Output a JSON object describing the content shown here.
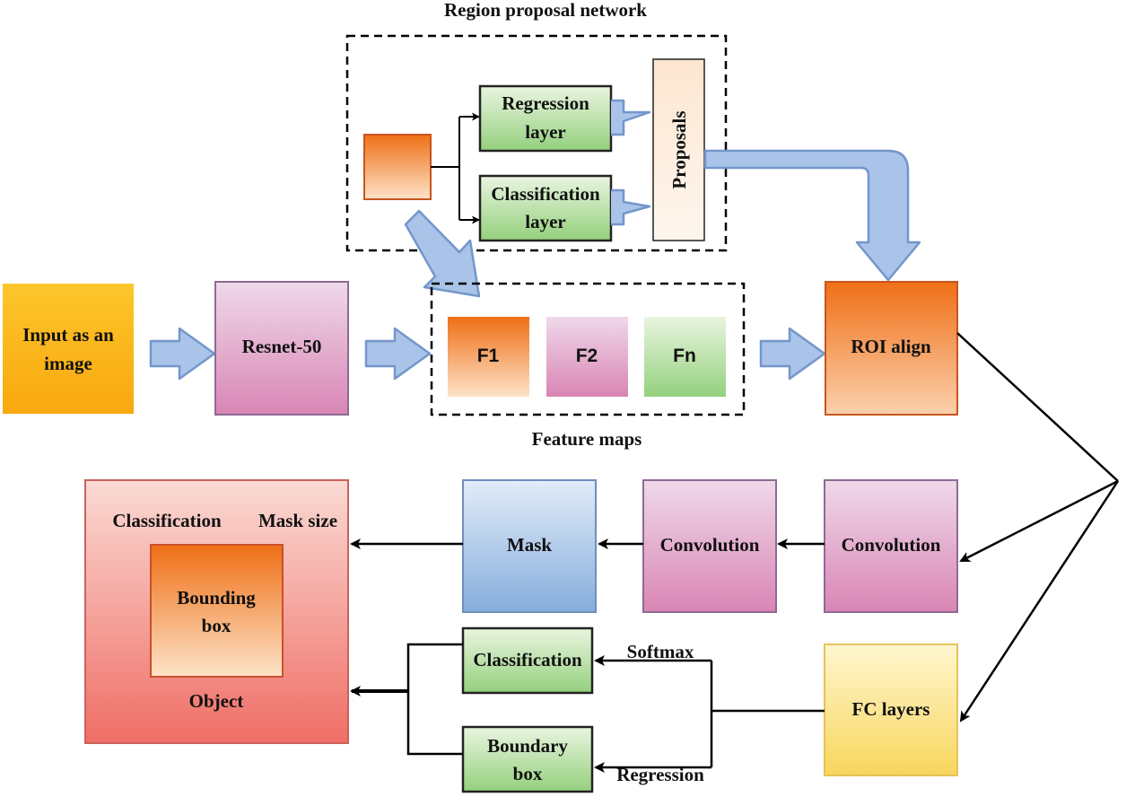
{
  "rpn": {
    "title": "Region proposal network",
    "regression_layer": [
      "Regression",
      "layer"
    ],
    "classification_layer": [
      "Classification",
      "layer"
    ],
    "proposals": "Proposals"
  },
  "input": [
    "Input as an",
    "image"
  ],
  "backbone": "Resnet-50",
  "feature_maps": {
    "caption": "Feature maps",
    "items": [
      "F1",
      "F2",
      "Fn"
    ]
  },
  "roi_align": "ROI align",
  "mask_branch": {
    "conv_right": "Convolution",
    "conv_left": "Convolution",
    "mask": "Mask"
  },
  "fc_branch": {
    "fc_layers": "FC layers",
    "classification": "Classification",
    "boundary_box": [
      "Boundary",
      "box"
    ],
    "softmax": "Softmax",
    "regression": "Regression"
  },
  "output": {
    "classification": "Classification",
    "mask_size": "Mask size",
    "bounding_box": [
      "Bounding",
      "box"
    ],
    "object": "Object"
  },
  "colors": {
    "orange_top": "#f07a1e",
    "orange_bottom": "#fde6d0",
    "pink_top": "#ecd3e6",
    "pink_bottom": "#d986b4",
    "green_top": "#e6f4dc",
    "green_bottom": "#93cf7c",
    "blue_top": "#dde9f8",
    "blue_bottom": "#8ab1de",
    "yellow_top": "#fff4c6",
    "yellow_bottom": "#f7d65c",
    "input_yellow": "#fbb51c",
    "arrow_fill": "#a9c4e8",
    "arrow_stroke": "#7396cb"
  }
}
